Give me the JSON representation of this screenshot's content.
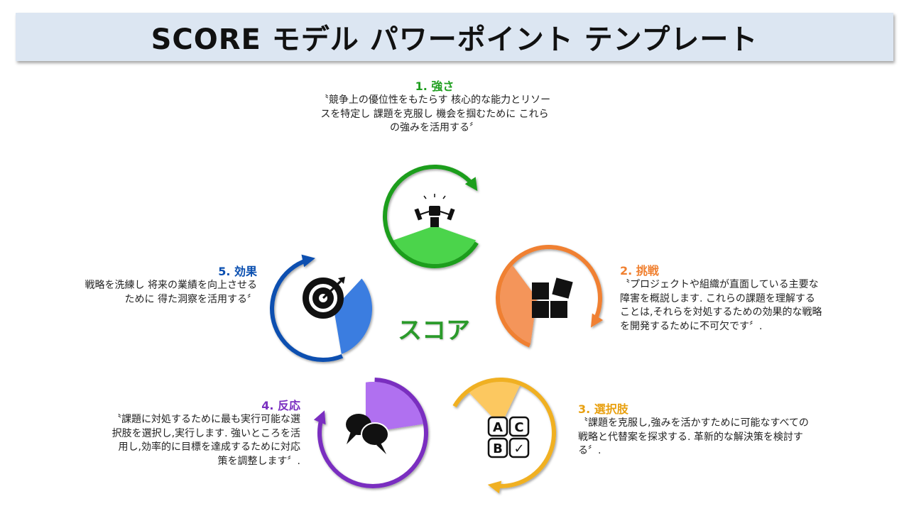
{
  "title": "SCORE モデル パワーポイント テンプレート",
  "center_label": "スコア",
  "colors": {
    "green": "#1f9e1f",
    "orange": "#f08030",
    "yellow": "#f0b020",
    "purple": "#7a2fc0",
    "blue": "#0a4fb0"
  },
  "items": [
    {
      "heading": "1. 強さ",
      "lines": [
        "〝競争上の優位性をもたらす 核心的な能力とリソー",
        "スを特定し 課題を克服し 機会を掴むために これら",
        "の強みを活用する〞"
      ],
      "color": "#1f9e1f",
      "fill": "#4cd44c",
      "icon": "fist-dumbbell-icon"
    },
    {
      "heading": "2. 挑戦",
      "lines": [
        "〝プロジェクトや組織が直面している主要な",
        "障害を概説します. これらの課題を理解する",
        "ことは,それらを対処するための効果的な戦略",
        "を開発するために不可欠です〞."
      ],
      "color": "#f08030",
      "fill": "#f4955a",
      "icon": "puzzle-icon"
    },
    {
      "heading": "3. 選択肢",
      "lines": [
        "〝課題を克服し,強みを活かすために可能なすべての",
        "戦略と代替案を探求する. 革新的な解決策を検討す",
        "る〞."
      ],
      "color": "#f0b020",
      "fill": "#fcc860",
      "icon": "abc-choice-icon",
      "icon_letters": [
        "A",
        "C",
        "B",
        "✓"
      ]
    },
    {
      "heading": "4. 反応",
      "lines": [
        "〝課題に対処するために最も実行可能な選",
        "択肢を選択し,実行します. 強いところを活",
        "用し,効率的に目標を達成するために対応",
        "策を調整します〞."
      ],
      "color": "#7a2fc0",
      "fill": "#b070f0",
      "icon": "chat-bubbles-icon"
    },
    {
      "heading": "5. 効果",
      "lines": [
        "戦略を洗練し 将来の業績を向上させる",
        "ために 得た洞察を活用する〞"
      ],
      "color": "#0a4fb0",
      "fill": "#3a7de0",
      "icon": "target-icon"
    }
  ]
}
